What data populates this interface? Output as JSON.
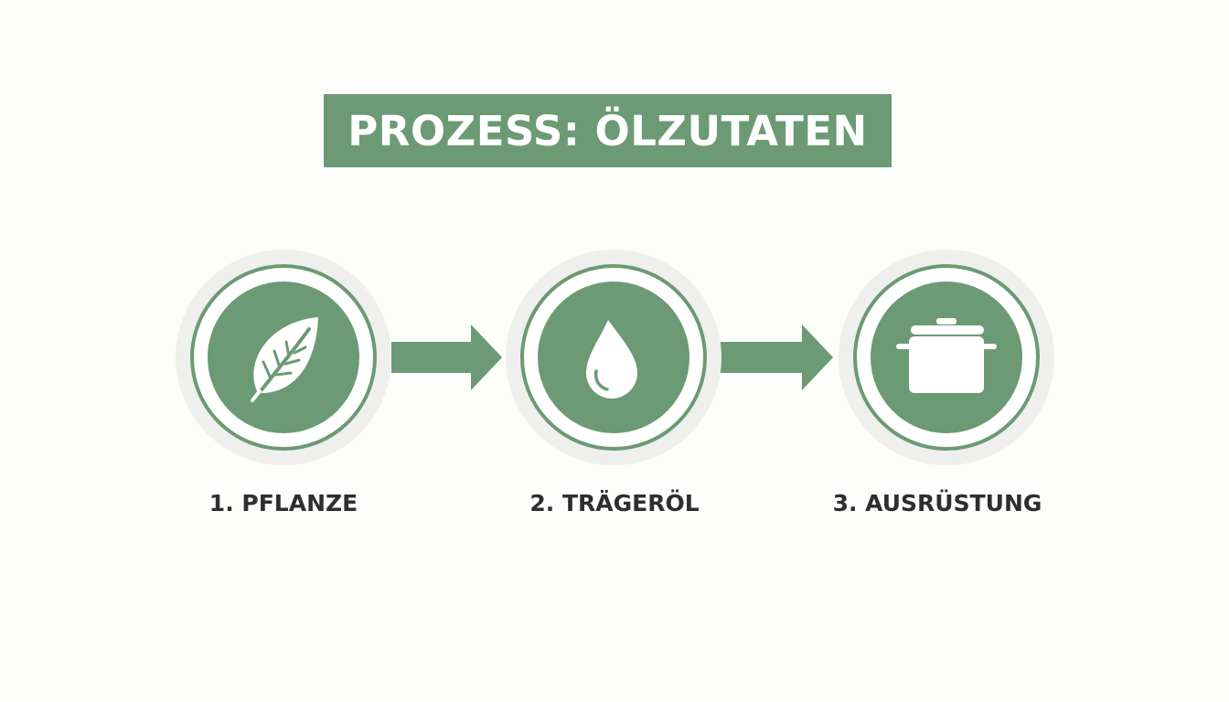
{
  "title": "PROZESS: ÖLZUTATEN",
  "colors": {
    "accent": "#6b9a74",
    "background": "#fdfdfc",
    "halo": "#efefee",
    "text": "#2e2e2e"
  },
  "steps": [
    {
      "label": "1. PFLANZE",
      "icon": "leaf-icon"
    },
    {
      "label": "2. TRÄGERÖL",
      "icon": "drop-icon"
    },
    {
      "label": "3. AUSRÜSTUNG",
      "icon": "pot-icon"
    }
  ]
}
